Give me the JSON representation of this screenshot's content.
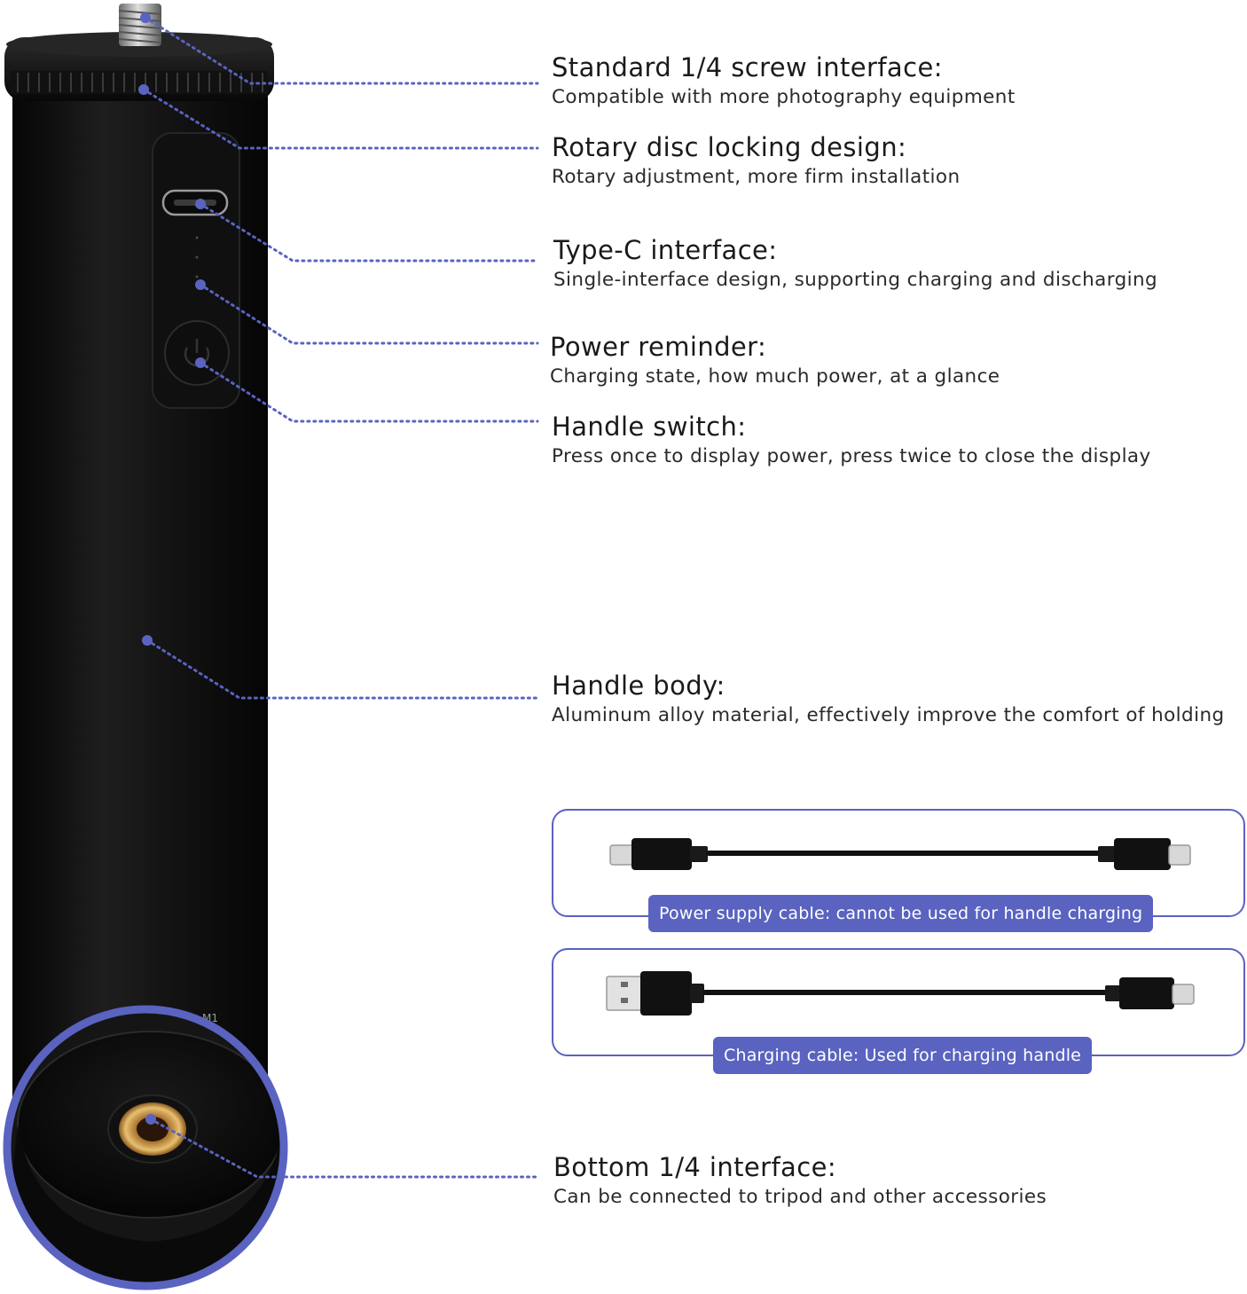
{
  "accent_color": "#5a63c0",
  "features": [
    {
      "id": "screw",
      "title": "Standard 1/4 screw interface:",
      "desc": "Compatible with more photography equipment",
      "icon": "screw-icon"
    },
    {
      "id": "disc",
      "title": "Rotary disc locking design:",
      "desc": "Rotary adjustment, more firm installation",
      "icon": "disc-icon"
    },
    {
      "id": "typec",
      "title": "Type-C interface:",
      "desc": "Single-interface design, supporting charging and discharging",
      "icon": "usb-c-port-icon"
    },
    {
      "id": "power",
      "title": "Power reminder:",
      "desc": "Charging state, how much power, at a glance",
      "icon": "led-indicator-icon"
    },
    {
      "id": "switch",
      "title": "Handle switch:",
      "desc": "Press once to display power, press twice to close the display",
      "icon": "power-button-icon"
    },
    {
      "id": "body",
      "title": "Handle body:",
      "desc": "Aluminum alloy material, effectively improve the comfort of holding",
      "icon": "handle-body-icon"
    },
    {
      "id": "bottom",
      "title": "Bottom 1/4 interface:",
      "desc": "Can be connected to tripod and other accessories",
      "icon": "threaded-socket-icon"
    }
  ],
  "cables": [
    {
      "id": "power-supply",
      "label": "Power supply cable: cannot be used for handle charging",
      "ends": [
        "usb-c",
        "usb-c"
      ]
    },
    {
      "id": "charging",
      "label": "Charging cable: Used for charging handle",
      "ends": [
        "usb-a",
        "usb-c"
      ]
    }
  ]
}
